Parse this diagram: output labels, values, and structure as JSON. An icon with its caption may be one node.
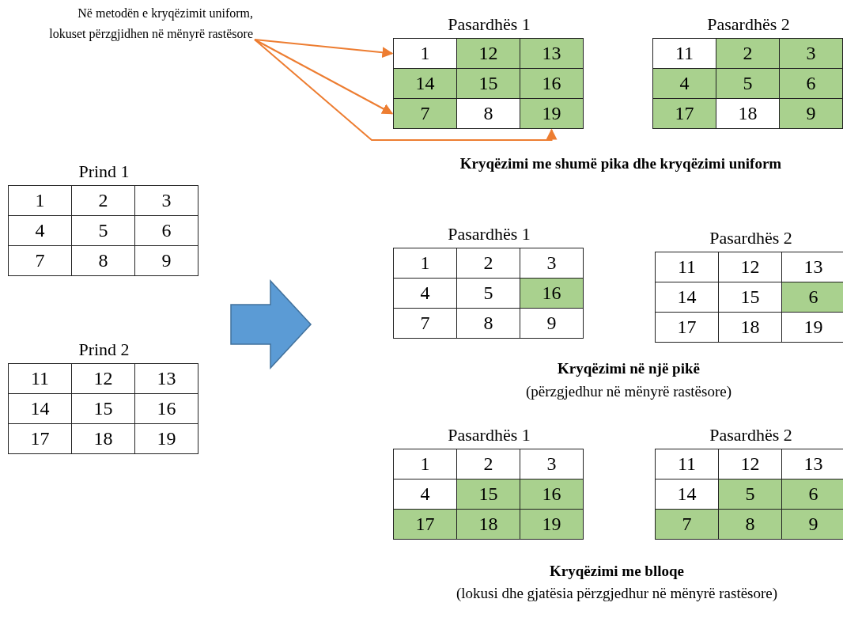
{
  "diagram": {
    "nodes": [
      {
        "text": [
          "Në metodën e kryqëzimit uniform, lokuset përzgjidhen në mënyrë rastësore"
        ]
      },
      {
        "text": [
          "Pasardhës 1"
        ]
      },
      {
        "text": [
          "1"
        ],
        "in": 1
      },
      {
        "text": [
          "12"
        ],
        "in": 1
      },
      {
        "text": [
          "13"
        ],
        "in": 1
      },
      {
        "text": [
          "14"
        ],
        "in": 1
      },
      {
        "text": [
          "15"
        ],
        "in": 1
      },
      {
        "text": [
          "16"
        ],
        "in": 1
      },
      {
        "text": [
          "7"
        ],
        "in": 1
      },
      {
        "text": [
          "8"
        ],
        "in": 1
      },
      {
        "text": [
          "19"
        ],
        "in": 1
      },
      {
        "text": [
          "Pasardhës 2"
        ]
      },
      {
        "text": [
          "11"
        ],
        "in": 11
      },
      {
        "text": [
          "2"
        ],
        "in": 11
      },
      {
        "text": [
          "3"
        ],
        "in": 11
      },
      {
        "text": [
          "4"
        ],
        "in": 11
      },
      {
        "text": [
          "5"
        ],
        "in": 11
      },
      {
        "text": [
          "6"
        ],
        "in": 11
      },
      {
        "text": [
          "17"
        ],
        "in": 11
      },
      {
        "text": [
          "18"
        ],
        "in": 11
      },
      {
        "text": [
          "9"
        ],
        "in": 11
      },
      {
        "text": [
          "Prind 1"
        ]
      },
      {
        "text": [
          "1"
        ],
        "in": 21
      },
      {
        "text": [
          "2"
        ],
        "in": 21
      },
      {
        "text": [
          "3"
        ],
        "in": 21
      },
      {
        "text": [
          "4"
        ],
        "in": 21
      },
      {
        "text": [
          "5"
        ],
        "in": 21
      },
      {
        "text": [
          "6"
        ],
        "in": 21
      },
      {
        "text": [
          "7"
        ],
        "in": 21
      },
      {
        "text": [
          "8"
        ],
        "in": 21
      },
      {
        "text": [
          "9"
        ],
        "in": 21
      },
      {
        "text": [
          "Prind 2"
        ]
      },
      {
        "text": [
          "11"
        ],
        "in": 31
      },
      {
        "text": [
          "12"
        ],
        "in": 31
      },
      {
        "text": [
          "13"
        ],
        "in": 31
      },
      {
        "text": [
          "14"
        ],
        "in": 31
      },
      {
        "text": [
          "15"
        ],
        "in": 31
      },
      {
        "text": [
          "16"
        ],
        "in": 31
      },
      {
        "text": [
          "17"
        ],
        "in": 31
      },
      {
        "text": [
          "18"
        ],
        "in": 31
      },
      {
        "text": [
          "19"
        ],
        "in": 31
      },
      {
        "text": [
          "Pasardhës 1"
        ]
      },
      {
        "text": [
          "1"
        ],
        "in": 41
      },
      {
        "text": [
          "2"
        ],
        "in": 41
      },
      {
        "text": [
          "3"
        ],
        "in": 41
      },
      {
        "text": [
          "4"
        ],
        "in": 41
      },
      {
        "text": [
          "5"
        ],
        "in": 41
      },
      {
        "text": [
          "16"
        ],
        "in": 41
      },
      {
        "text": [
          "7"
        ],
        "in": 41
      },
      {
        "text": [
          "8"
        ],
        "in": 41
      },
      {
        "text": [
          "9"
        ],
        "in": 41
      },
      {
        "text": [
          "Pasardhës 2"
        ]
      },
      {
        "text": [
          "11"
        ],
        "in": 51
      },
      {
        "text": [
          "12"
        ],
        "in": 51
      },
      {
        "text": [
          "13"
        ],
        "in": 51
      },
      {
        "text": [
          "14"
        ],
        "in": 51
      },
      {
        "text": [
          "15"
        ],
        "in": 51
      },
      {
        "text": [
          "6"
        ],
        "in": 51
      },
      {
        "text": [
          "17"
        ],
        "in": 51
      },
      {
        "text": [
          "18"
        ],
        "in": 51
      },
      {
        "text": [
          "19"
        ],
        "in": 51
      },
      {
        "text": [
          "Pasardhës 1"
        ]
      },
      {
        "text": [
          "1"
        ],
        "in": 61
      },
      {
        "text": [
          "2"
        ],
        "in": 61
      },
      {
        "text": [
          "3"
        ],
        "in": 61
      },
      {
        "text": [
          "4"
        ],
        "in": 61
      },
      {
        "text": [
          "15"
        ],
        "in": 61
      },
      {
        "text": [
          "16"
        ],
        "in": 61
      },
      {
        "text": [
          "17"
        ],
        "in": 61
      },
      {
        "text": [
          "18"
        ],
        "in": 61
      },
      {
        "text": [
          "19"
        ],
        "in": 61
      },
      {
        "text": [
          "Pasardhës 2"
        ]
      },
      {
        "text": [
          "11"
        ],
        "in": 71
      },
      {
        "text": [
          "12"
        ],
        "in": 71
      },
      {
        "text": [
          "13"
        ],
        "in": 71
      },
      {
        "text": [
          "14"
        ],
        "in": 71
      },
      {
        "text": [
          "5"
        ],
        "in": 71
      },
      {
        "text": [
          "6"
        ],
        "in": 71
      },
      {
        "text": [
          "7"
        ],
        "in": 71
      },
      {
        "text": [
          "8"
        ],
        "in": 71
      },
      {
        "text": [
          "9"
        ],
        "in": 71
      }
    ],
    "edges": [
      {
        "from": 0,
        "to": 2,
        "arrow": "to"
      },
      {
        "from": 0,
        "to": 8,
        "arrow": "to"
      },
      {
        "from": 0,
        "to": 10,
        "arrow": "to"
      }
    ],
    "labels": [
      "Kryqëzimi me shumë pika dhe kryqëzimi uniform",
      "Kryqëzimi në një pikë",
      "(përzgjedhur në mënyrë rastësore)",
      "Kryqëzimi me blloqe",
      "(lokusi dhe gjatësia përzgjedhur në mënyrë rastësore)"
    ]
  }
}
